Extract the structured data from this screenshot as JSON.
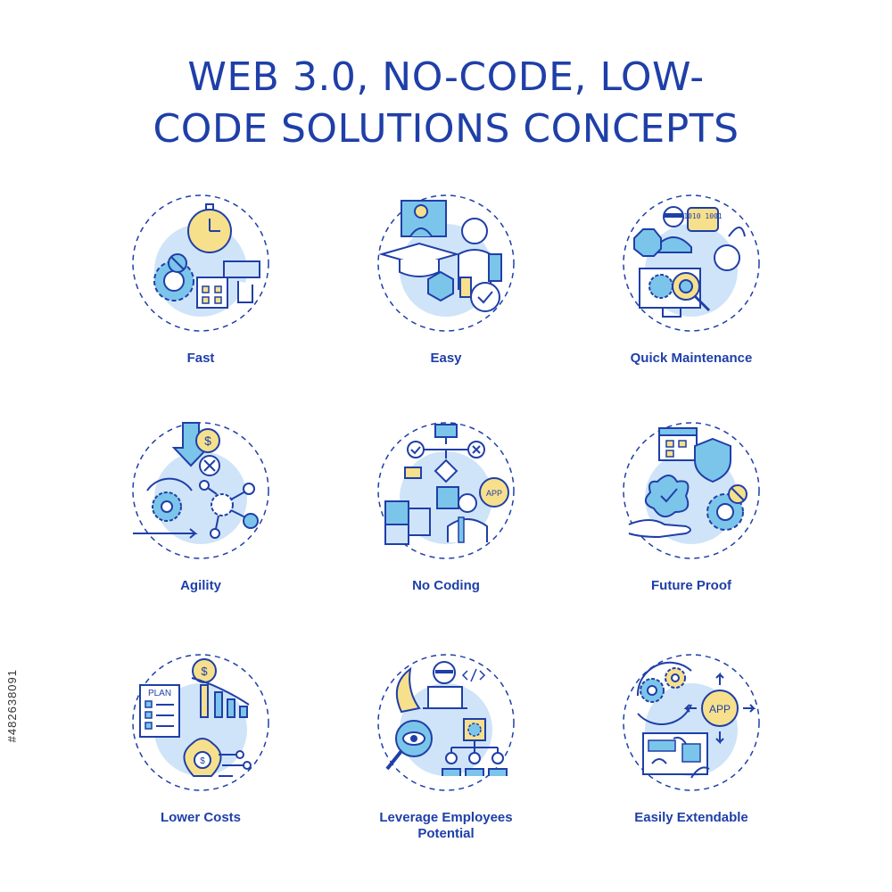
{
  "title": {
    "line1": "WEB 3.0, NO-CODE, LOW-",
    "line2": "CODE SOLUTIONS CONCEPTS"
  },
  "colors": {
    "primary": "#1f3fa8",
    "light_blue": "#cfe4f8",
    "accent_blue": "#7cc5ea",
    "accent_yellow": "#f7e08c"
  },
  "concepts": [
    {
      "label": "Fast",
      "icon": "fast-icon"
    },
    {
      "label": "Easy",
      "icon": "easy-icon"
    },
    {
      "label": "Quick Maintenance",
      "icon": "quick-maintenance-icon"
    },
    {
      "label": "Agility",
      "icon": "agility-icon"
    },
    {
      "label": "No Coding",
      "icon": "no-coding-icon"
    },
    {
      "label": "Future Proof",
      "icon": "future-proof-icon"
    },
    {
      "label": "Lower Costs",
      "icon": "lower-costs-icon"
    },
    {
      "label": "Leverage Employees Potential",
      "icon": "leverage-employees-icon"
    },
    {
      "label": "Easily Extendable",
      "icon": "easily-extendable-icon"
    }
  ],
  "icon_text": {
    "binary": "1010 1001",
    "app": "APP",
    "plan": "PLAN",
    "dollar": "$"
  },
  "watermark": "#482638091"
}
